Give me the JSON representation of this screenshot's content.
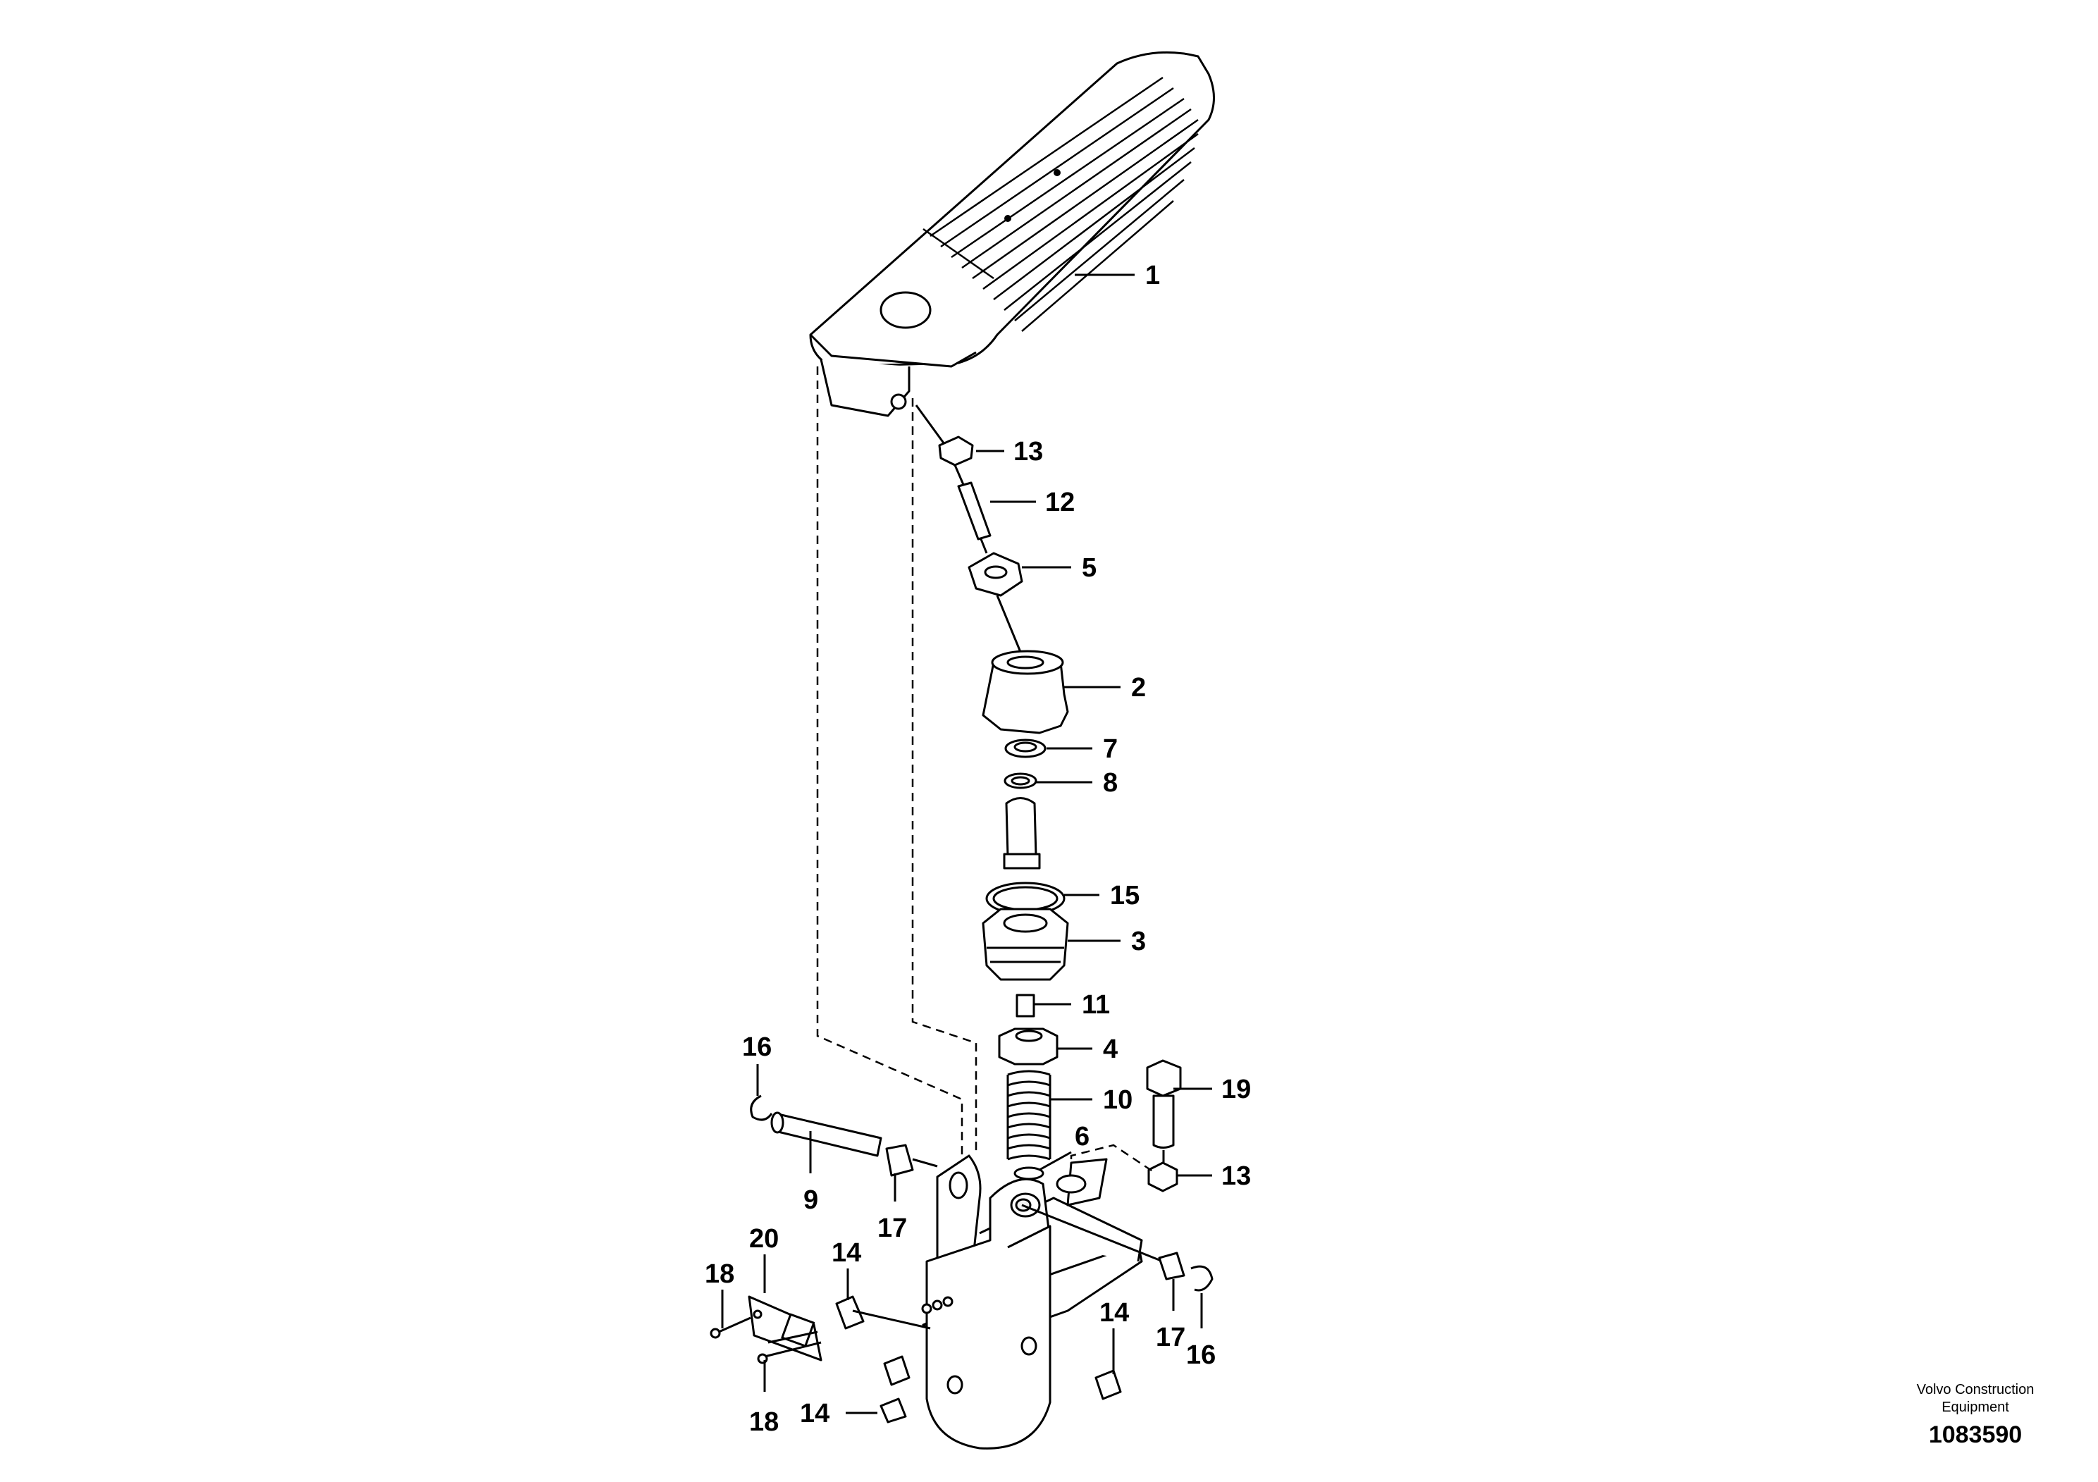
{
  "callouts": {
    "c1": "1",
    "c2": "2",
    "c3": "3",
    "c4": "4",
    "c5": "5",
    "c6": "6",
    "c7": "7",
    "c8": "8",
    "c9": "9",
    "c10": "10",
    "c11": "11",
    "c12": "12",
    "c13a": "13",
    "c13b": "13",
    "c14a": "14",
    "c14b": "14",
    "c14c": "14",
    "c15": "15",
    "c16a": "16",
    "c16b": "16",
    "c17a": "17",
    "c17b": "17",
    "c18a": "18",
    "c18b": "18",
    "c19": "19",
    "c20": "20"
  },
  "caption": {
    "company_line1": "Volvo Construction",
    "company_line2": "Equipment",
    "drawing_number": "1083590"
  }
}
